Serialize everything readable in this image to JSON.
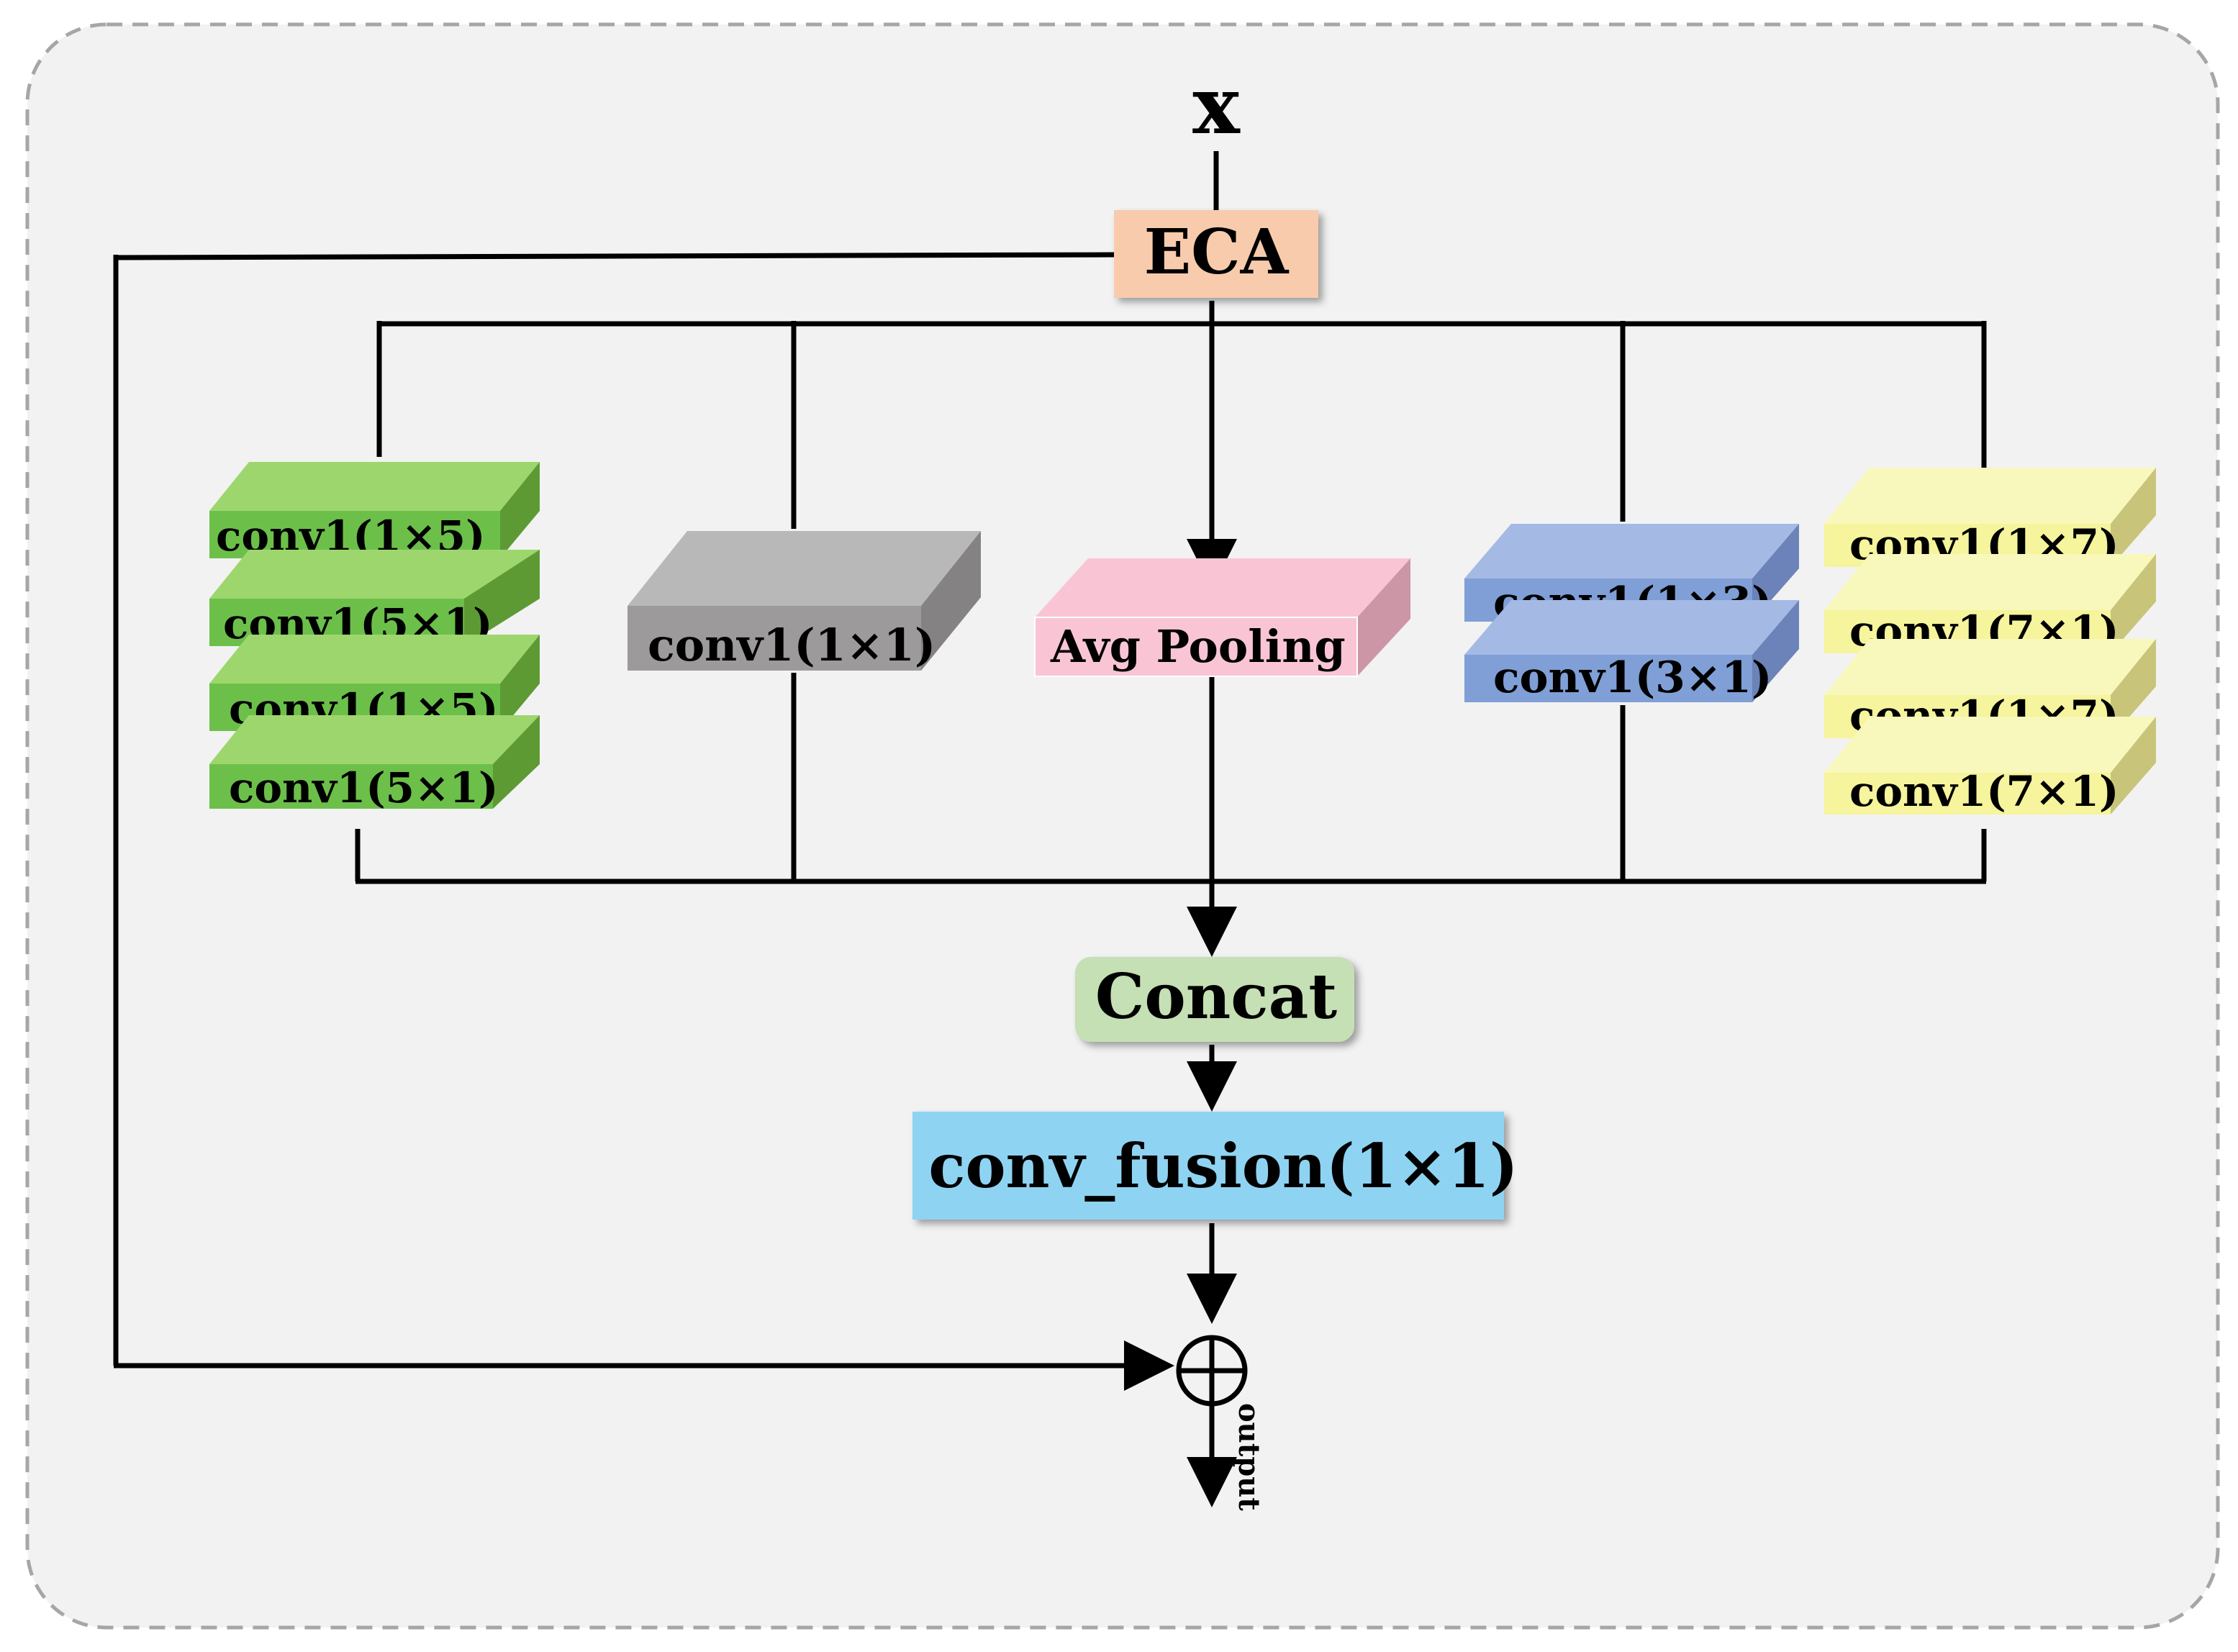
{
  "input_label": "x",
  "output_label": "output",
  "eca": {
    "label": "ECA"
  },
  "concat": {
    "label": "Concat"
  },
  "fusion": {
    "label": "conv_fusion(1×1)"
  },
  "branches": {
    "green": [
      "conv1(1×5)",
      "conv1(5×1)",
      "conv1(1×5)",
      "conv1(5×1)"
    ],
    "gray": [
      "conv1(1×1)"
    ],
    "pink": [
      "Avg Pooling"
    ],
    "blue": [
      "conv1(1×3)",
      "conv1(3×1)"
    ],
    "yellow": [
      "conv1(1×7)",
      "conv1(7×1)",
      "conv1(1×7)",
      "conv1(7×1)"
    ]
  },
  "colors": {
    "background": "#f2f2f2",
    "frame": "#a6a6a6",
    "eca": "#f8cbad",
    "concat": "#c5e0b4",
    "fusion": "#8fd3f2",
    "green_front": "#6cc04a",
    "gray_front": "#9c9a9a",
    "pink_front": "#f9c5d5",
    "blue_front": "#7f9fd6",
    "yellow_front": "#f6f49c"
  }
}
